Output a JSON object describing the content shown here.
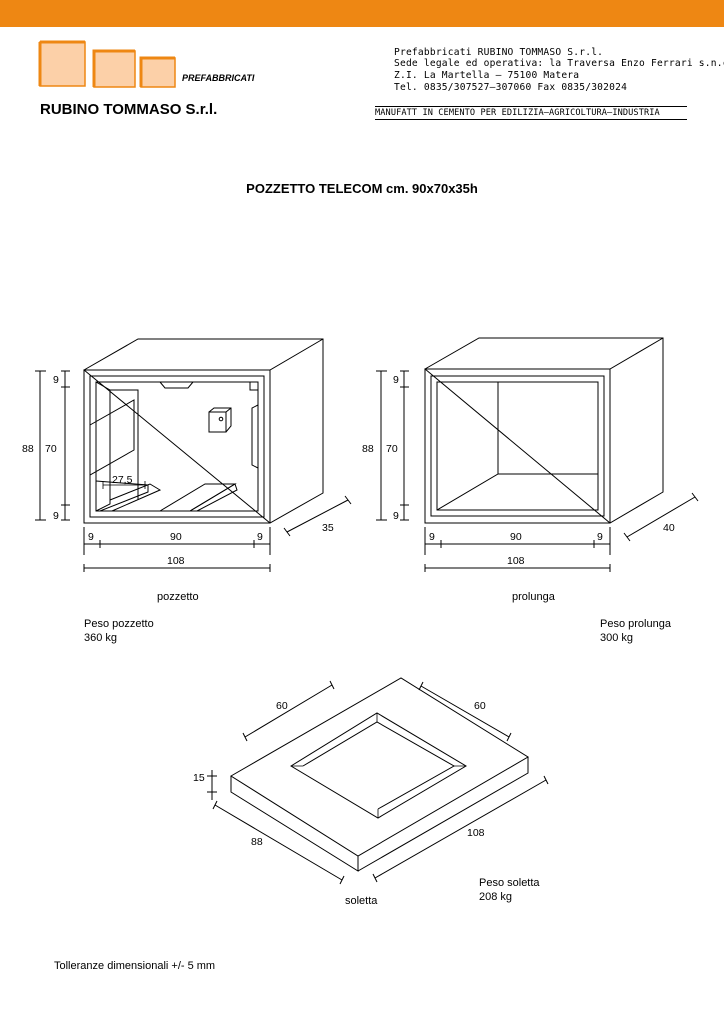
{
  "header": {
    "logo_tag": "PREFABBRICATI",
    "company": "RUBINO TOMMASO S.r.l.",
    "address_lines": [
      "Prefabbricati RUBINO TOMMASO S.r.l.",
      "Sede legale ed operativa: la Traversa Enzo Ferrari s.n.c.",
      "Z.I. La Martella — 75100 Matera",
      "Tel. 0835/307527—307060  Fax 0835/302024"
    ],
    "tagline": "MANUFATT IN CEMENTO PER EDILIZIA—AGRICOLTURA—INDUSTRIA",
    "colors": {
      "accent": "#ee8713",
      "logo_fill": "#fcd0a8"
    }
  },
  "title": "POZZETTO TELECOM cm. 90x70x35h",
  "pozzetto": {
    "dims": {
      "outer_height": "88",
      "inner_height": "70",
      "top": "9",
      "bottom": "9",
      "left": "9",
      "width": "90",
      "right": "9",
      "total_width": "108",
      "depth": "35",
      "ledge": "27,5"
    },
    "label": "pozzetto",
    "weight_label": "Peso pozzetto",
    "weight": "360 kg"
  },
  "prolunga": {
    "dims": {
      "outer_height": "88",
      "inner_height": "70",
      "top": "9",
      "bottom": "9",
      "left": "9",
      "width": "90",
      "right": "9",
      "total_width": "108",
      "depth": "40"
    },
    "label": "prolunga",
    "weight_label": "Peso prolunga",
    "weight": "300 kg"
  },
  "soletta": {
    "dims": {
      "opening_left": "60",
      "opening_right": "60",
      "thickness": "15",
      "side": "88",
      "length": "108"
    },
    "label": "soletta",
    "weight_label": "Peso soletta",
    "weight": "208 kg"
  },
  "footer": {
    "tolerance": "Tolleranze dimensionali +/- 5 mm"
  }
}
